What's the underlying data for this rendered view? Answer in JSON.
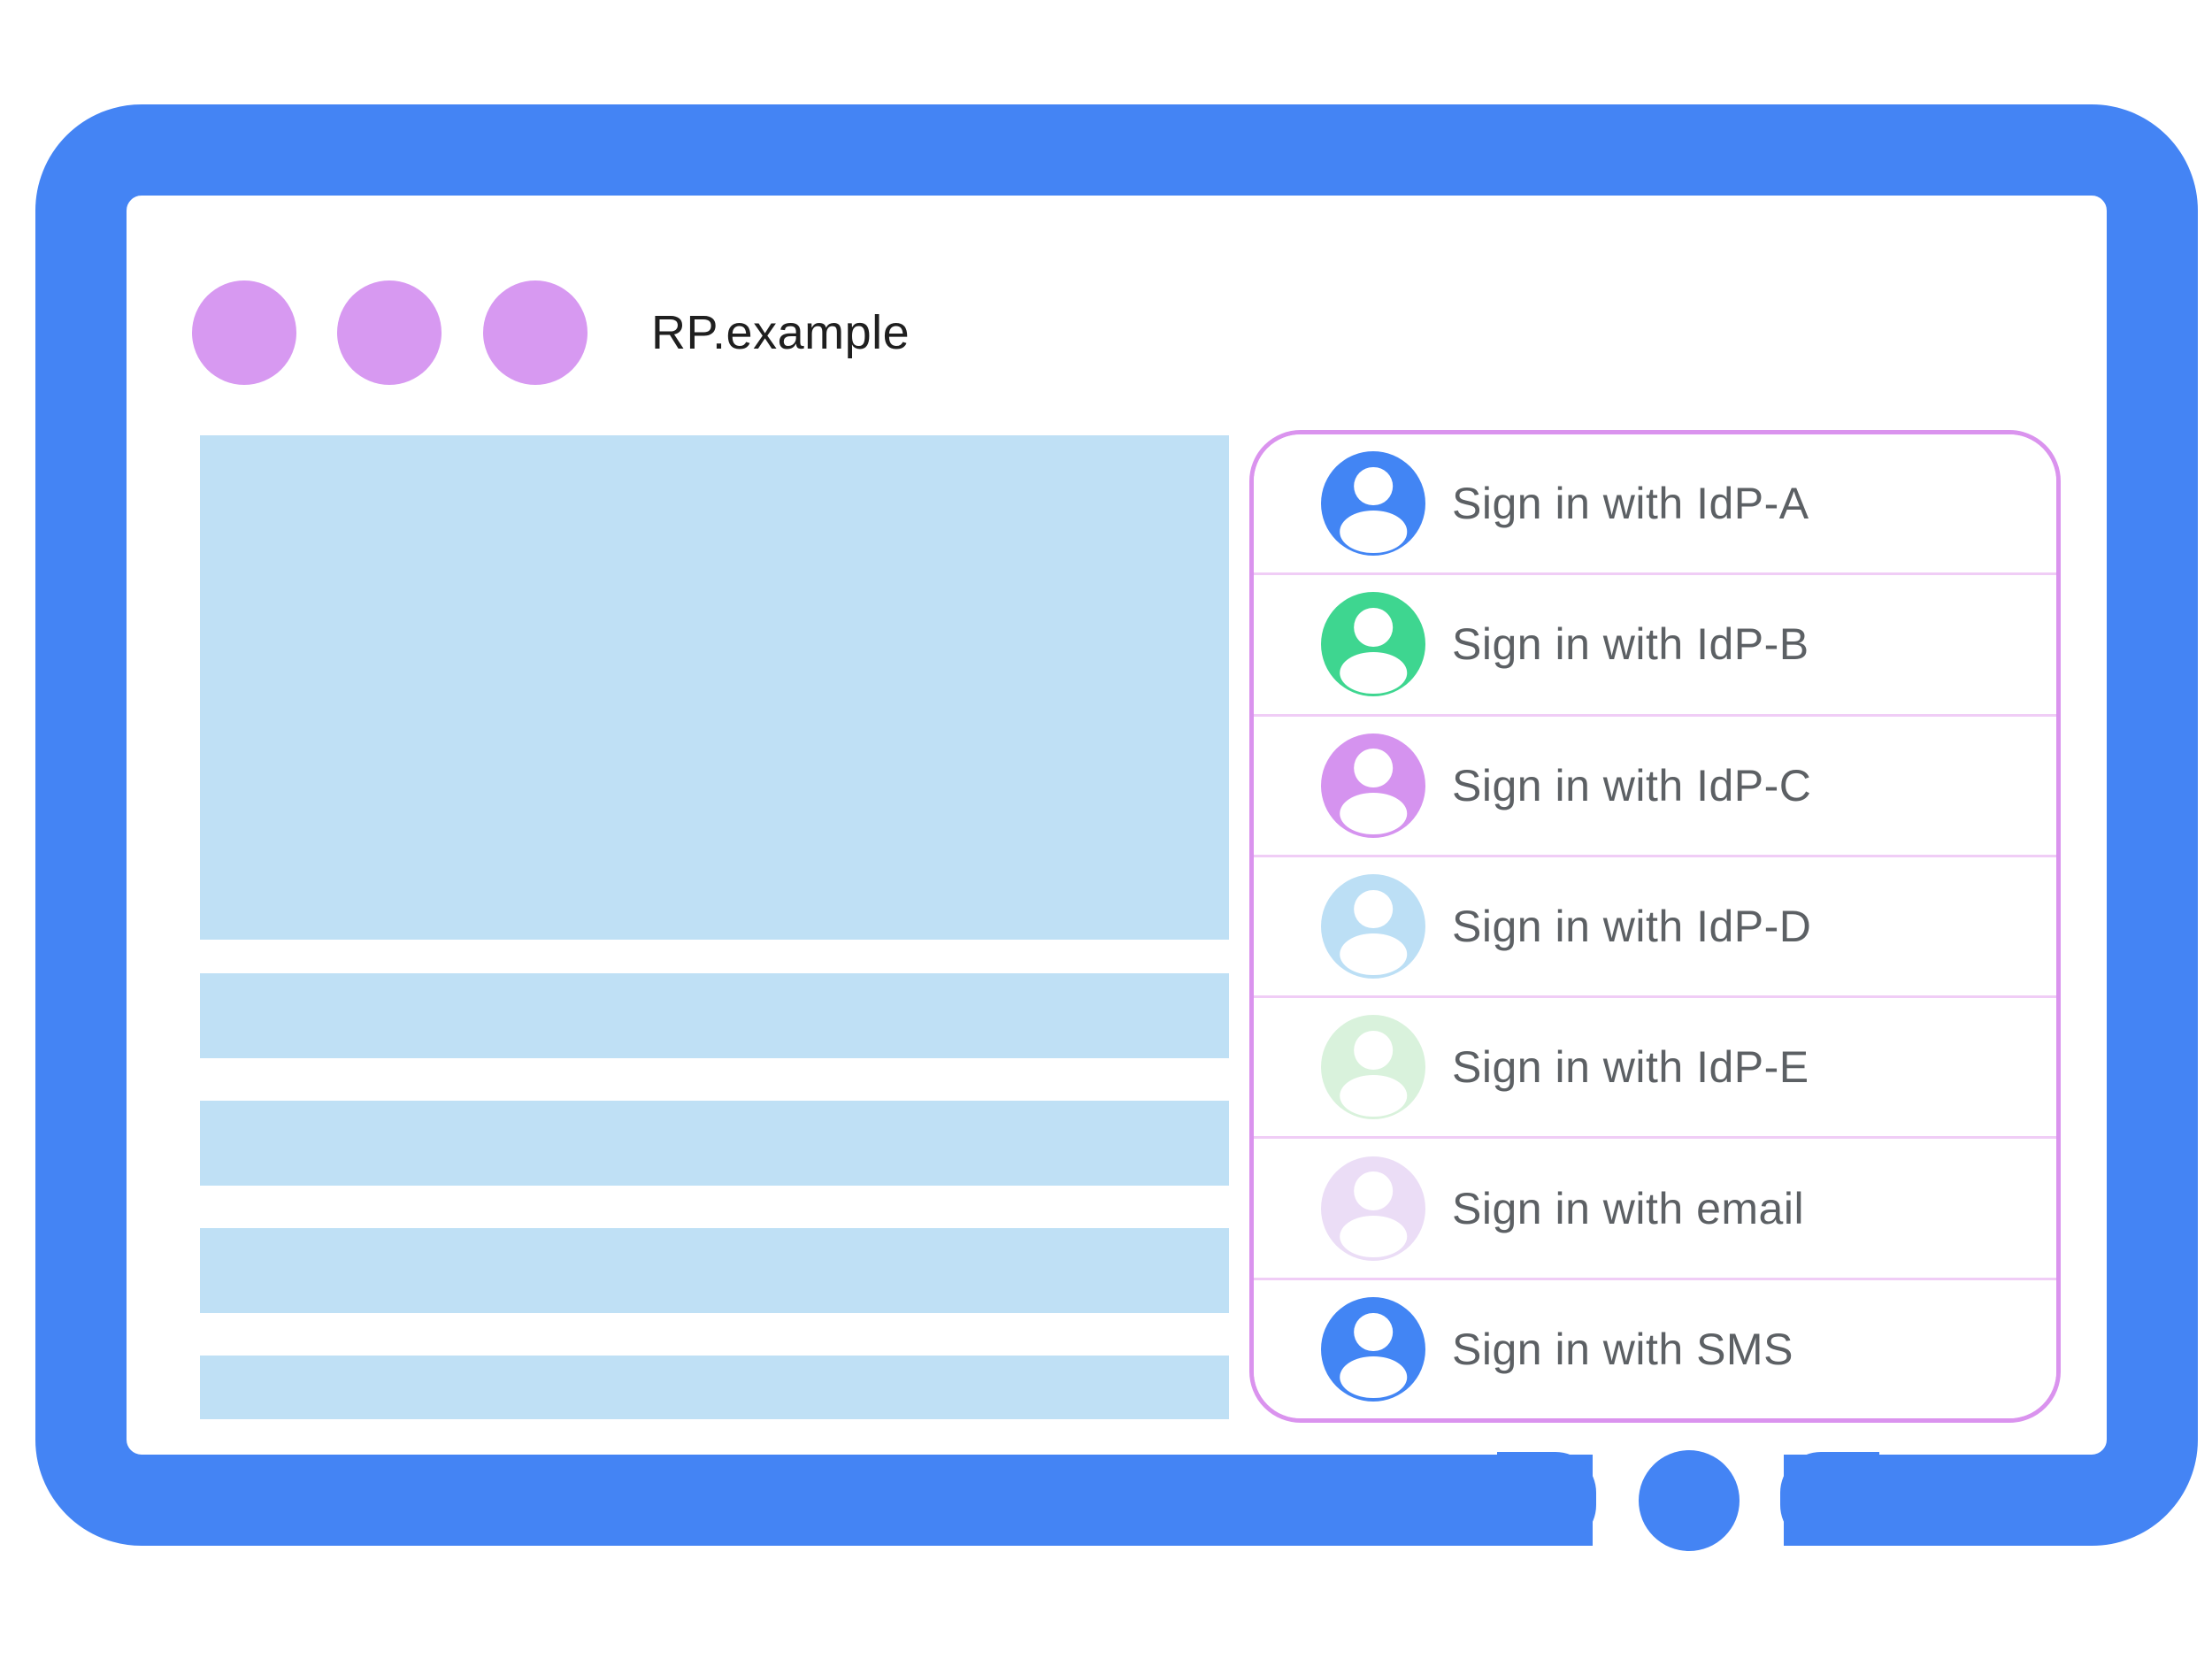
{
  "window": {
    "title": "RP.example",
    "controls": {
      "dot_count": 3
    }
  },
  "colors": {
    "frame_blue": "#4484F4",
    "window_dot": "#D799F1",
    "content_placeholder": "#BFE0F5",
    "dialog_border": "#DA93EE",
    "row_divider": "#F0CDF6",
    "label_text": "#5C6064",
    "title_text": "#1F1F1F",
    "avatar_glyph": "#FFFFFF"
  },
  "dialog": {
    "options": [
      {
        "id": "idp-a",
        "label": "Sign in with IdP-A",
        "color": "#4285F4"
      },
      {
        "id": "idp-b",
        "label": "Sign in with IdP-B",
        "color": "#3ED690"
      },
      {
        "id": "idp-c",
        "label": "Sign in with IdP-C",
        "color": "#D593EF"
      },
      {
        "id": "idp-d",
        "label": "Sign in with IdP-D",
        "color": "#BCDFF5"
      },
      {
        "id": "idp-e",
        "label": "Sign in with IdP-E",
        "color": "#D9F2DC"
      },
      {
        "id": "email",
        "label": "Sign in with email",
        "color": "#EBDDF6"
      },
      {
        "id": "sms",
        "label": "Sign in with SMS",
        "color": "#4285F4"
      }
    ]
  }
}
